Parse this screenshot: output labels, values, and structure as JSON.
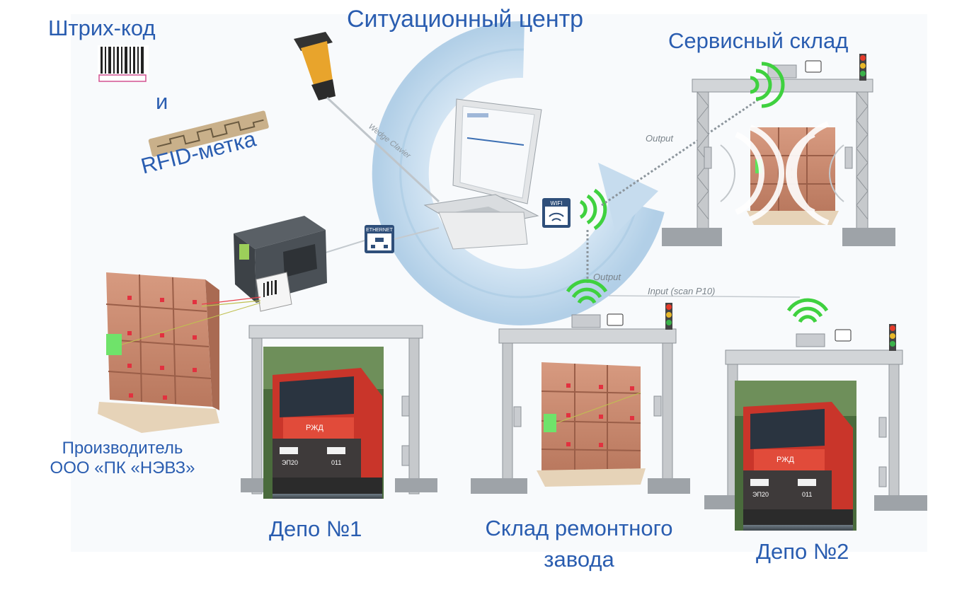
{
  "title": "Ситуационный центр",
  "labels": {
    "barcode": "Штрих-код",
    "and": "и",
    "rfid": "RFID-метка",
    "service_warehouse": "Сервисный склад",
    "manufacturer_line1": "Производитель",
    "manufacturer_line2": "ООО «ПК «НЭВЗ»",
    "depot1": "Депо №1",
    "repair_line1": "Склад ремонтного",
    "repair_line2": "завода",
    "depot2": "Депо №2"
  },
  "small_text": {
    "wedge": "Wedge Clavier",
    "output1": "Output",
    "output2": "Output",
    "input": "Input (scan P10)",
    "ethernet": "ETHERNET",
    "wifi": "WIFI",
    "loco_number": "ЭП20",
    "loco_unit": "011",
    "rzd": "РЖД"
  },
  "colors": {
    "label_blue": "#2a5db0",
    "arrow_blue": "#cfe3f2",
    "signal_green": "#3fd13f",
    "box_brown": "#c8876a",
    "truss_grey": "#b9bcc0",
    "loco_red": "#d8352a"
  }
}
